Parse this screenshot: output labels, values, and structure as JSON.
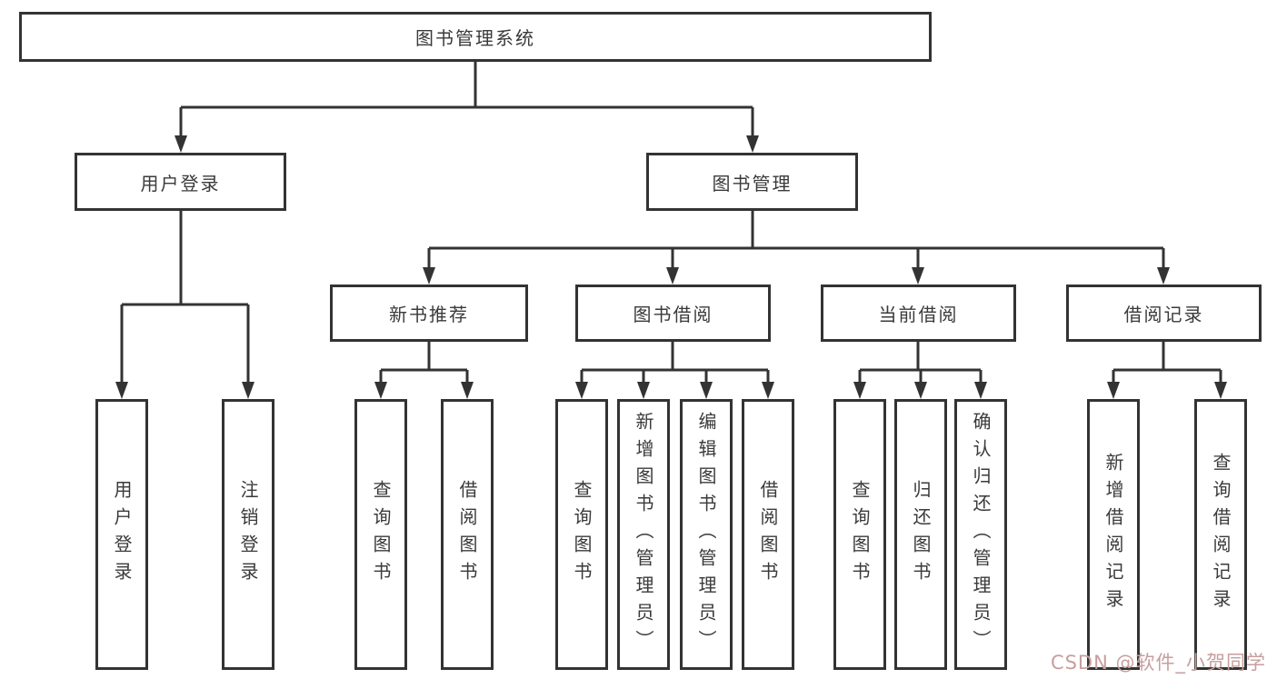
{
  "root": {
    "label": "图书管理系统"
  },
  "branches": [
    {
      "label": "用户登录",
      "leaves": [
        "用户登录",
        "注销登录"
      ]
    },
    {
      "label": "图书管理",
      "groups": [
        {
          "label": "新书推荐",
          "leaves": [
            "查询图书",
            "借阅图书"
          ]
        },
        {
          "label": "图书借阅",
          "leaves": [
            "查询图书",
            "新增图书（管理员）",
            "编辑图书（管理员）",
            "借阅图书"
          ]
        },
        {
          "label": "当前借阅",
          "leaves": [
            "查询图书",
            "归还图书",
            "确认归还（管理员）"
          ]
        },
        {
          "label": "借阅记录",
          "leaves": [
            "新增借阅记录",
            "查询借阅记录"
          ]
        }
      ]
    }
  ],
  "watermark": "CSDN @软件_小贺同学",
  "colors": {
    "line": "#333333",
    "text": "#3a3a3a",
    "watermark": "#c79e9e",
    "background": "#ffffff"
  }
}
